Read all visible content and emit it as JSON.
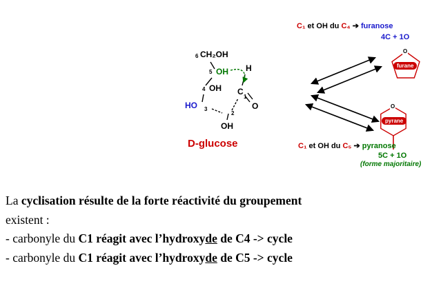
{
  "colors": {
    "red": "#cc0000",
    "blue": "#1a1acc",
    "green": "#007700",
    "black": "#000000"
  },
  "molecule": {
    "ch2oh": "CH₂OH",
    "n6": "6",
    "n5": "5",
    "n4": "4",
    "n3": "3",
    "n2": "2",
    "n1": "1",
    "oh5": "OH",
    "oh4": "OH",
    "ho3": "HO",
    "oh2": "OH",
    "h": "H",
    "c1": "C",
    "o": "O",
    "name": "D-glucose"
  },
  "furanose": {
    "c1": "C₁",
    "mid": " et OH du ",
    "c4": "C₄",
    "arrow": " ➔ ",
    "product": "furanose",
    "count": "4C + 1O",
    "ring_o": "O",
    "ring_label": "furane"
  },
  "pyranose": {
    "c1": "C₁",
    "mid": " et OH du ",
    "c5": "C₅",
    "arrow": " ➔ ",
    "product": "pyranose",
    "count": "5C + 1O",
    "note": "(forme majoritaire)",
    "ring_o": "O",
    "ring_label": "pyrane"
  },
  "body": {
    "l1_pre": "La ",
    "l1_bold": "cyclisation résulte de la forte réactivité du groupement",
    "l2": "existent :",
    "l3_pre": "- carbonyle du ",
    "l3_b1": "C1 réagit avec l’hydroxy",
    "l3_u": "de",
    "l3_b2": " de C4 -> cycle",
    "l4_pre": "- carbonyle du ",
    "l4_b1": "C1 réagit avec l’hydroxy",
    "l4_u": "de",
    "l4_b2": " de C5 -> cycle"
  }
}
